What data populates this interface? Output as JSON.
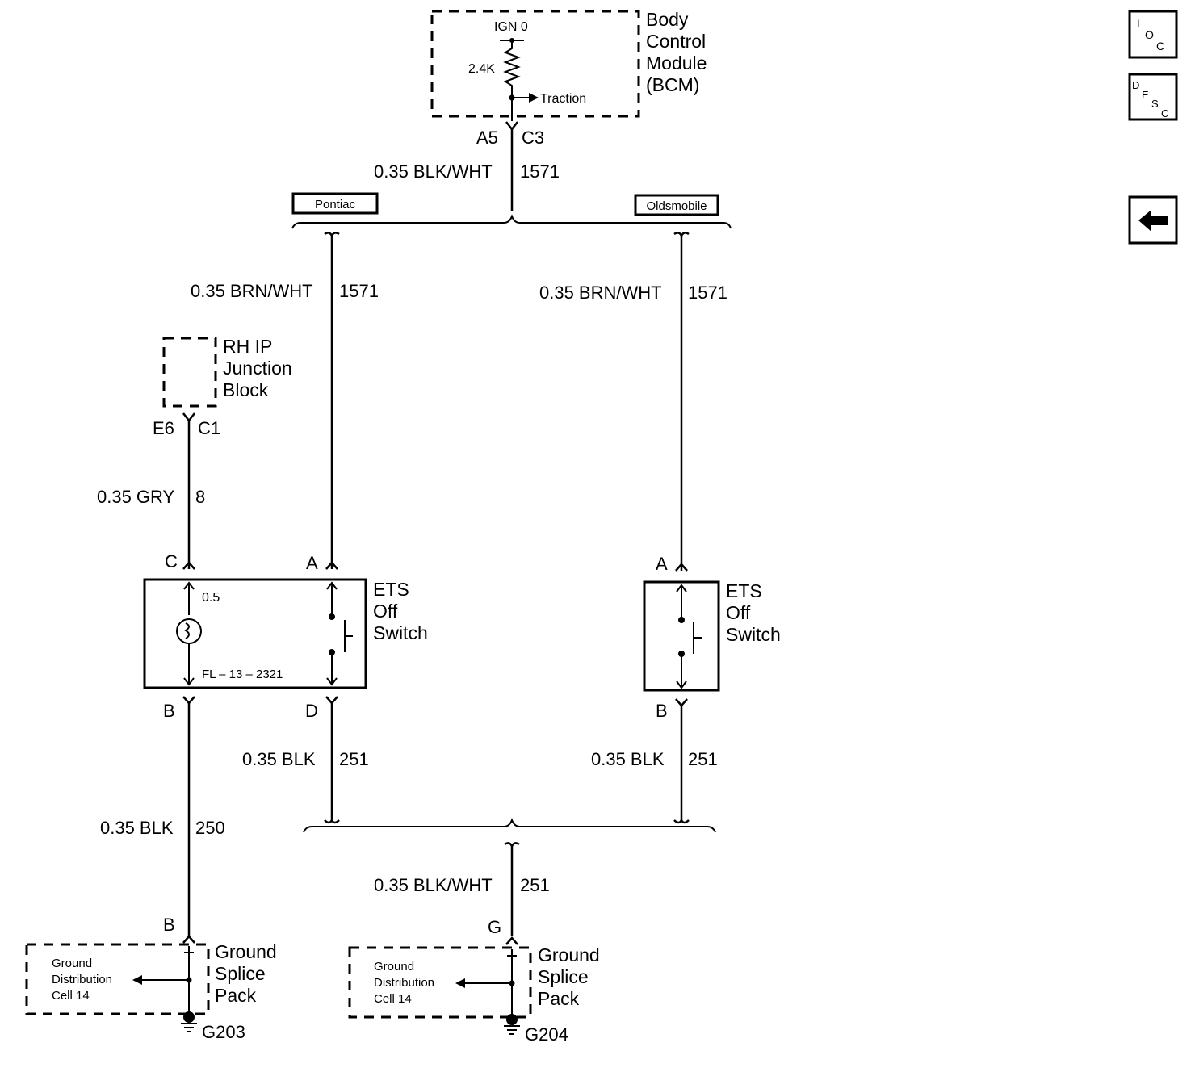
{
  "bcm": {
    "name_lines": [
      "Body",
      "Control",
      "Module",
      "(BCM)"
    ],
    "ign": "IGN 0",
    "resistor": "2.4K",
    "traction": "Traction",
    "pin_left": "A5",
    "pin_right": "C3",
    "wire_gauge": "0.35 BLK/WHT",
    "wire_circuit": "1571"
  },
  "options": {
    "pontiac": "Pontiac",
    "oldsmobile": "Oldsmobile"
  },
  "pontiac_feed": {
    "gauge": "0.35 BRN/WHT",
    "circuit": "1571"
  },
  "olds_feed": {
    "gauge": "0.35 BRN/WHT",
    "circuit": "1571"
  },
  "junction_block": {
    "name_lines": [
      "RH IP",
      "Junction",
      "Block"
    ],
    "pin_left": "E6",
    "pin_right": "C1",
    "wire_gauge": "0.35 GRY",
    "wire_circuit": "8"
  },
  "pontiac_switch": {
    "name_lines": [
      "ETS",
      "Off",
      "Switch"
    ],
    "pin_c": "C",
    "pin_a": "A",
    "pin_b": "B",
    "pin_d": "D",
    "lamp_value": "0.5",
    "lamp_ref": "FL – 13 – 2321"
  },
  "olds_switch": {
    "name_lines": [
      "ETS",
      "Off",
      "Switch"
    ],
    "pin_a": "A",
    "pin_b": "B"
  },
  "ground_wire_250": {
    "gauge": "0.35 BLK",
    "circuit": "250"
  },
  "ground_wire_pontiac_251": {
    "gauge": "0.35 BLK",
    "circuit": "251"
  },
  "ground_wire_olds_251": {
    "gauge": "0.35 BLK",
    "circuit": "251"
  },
  "ground_wire_main_251": {
    "gauge": "0.35 BLK/WHT",
    "circuit": "251"
  },
  "splice_left": {
    "pin": "B",
    "name_lines": [
      "Ground",
      "Splice",
      "Pack"
    ],
    "dist_lines": [
      "Ground",
      "Distribution",
      "Cell 14"
    ],
    "ground": "G203"
  },
  "splice_right": {
    "pin": "G",
    "name_lines": [
      "Ground",
      "Splice",
      "Pack"
    ],
    "dist_lines": [
      "Ground",
      "Distribution",
      "Cell 14"
    ],
    "ground": "G204"
  },
  "nav": {
    "loc": {
      "l": "L",
      "o": "O",
      "c": "C"
    },
    "desc": {
      "d": "D",
      "e": "E",
      "s": "S",
      "c": "C"
    }
  }
}
